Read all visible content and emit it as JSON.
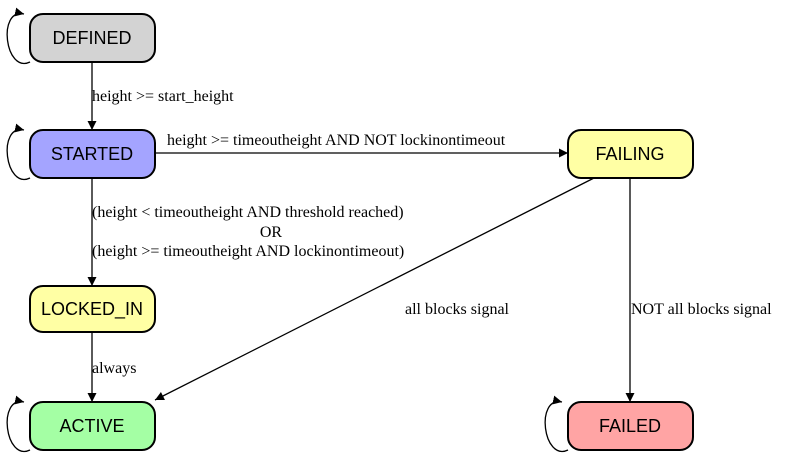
{
  "nodes": {
    "defined": {
      "label": "DEFINED",
      "fill": "#d3d3d3"
    },
    "started": {
      "label": "STARTED",
      "fill": "#a4a4ff"
    },
    "failing": {
      "label": "FAILING",
      "fill": "#ffffa4"
    },
    "locked_in": {
      "label": "LOCKED_IN",
      "fill": "#ffffa4"
    },
    "active": {
      "label": "ACTIVE",
      "fill": "#a4ffa4"
    },
    "failed": {
      "label": "FAILED",
      "fill": "#ffa4a4"
    }
  },
  "edges": {
    "defined_to_started": "height >= start_height",
    "started_to_failing": "height >= timeoutheight AND NOT lockinontimeout",
    "started_to_locked_in": [
      "(height < timeoutheight AND threshold reached)",
      "OR",
      "(height >= timeoutheight AND lockinontimeout)"
    ],
    "failing_to_active": "all blocks signal",
    "failing_to_failed": "NOT all blocks signal",
    "locked_in_to_active": "always"
  }
}
